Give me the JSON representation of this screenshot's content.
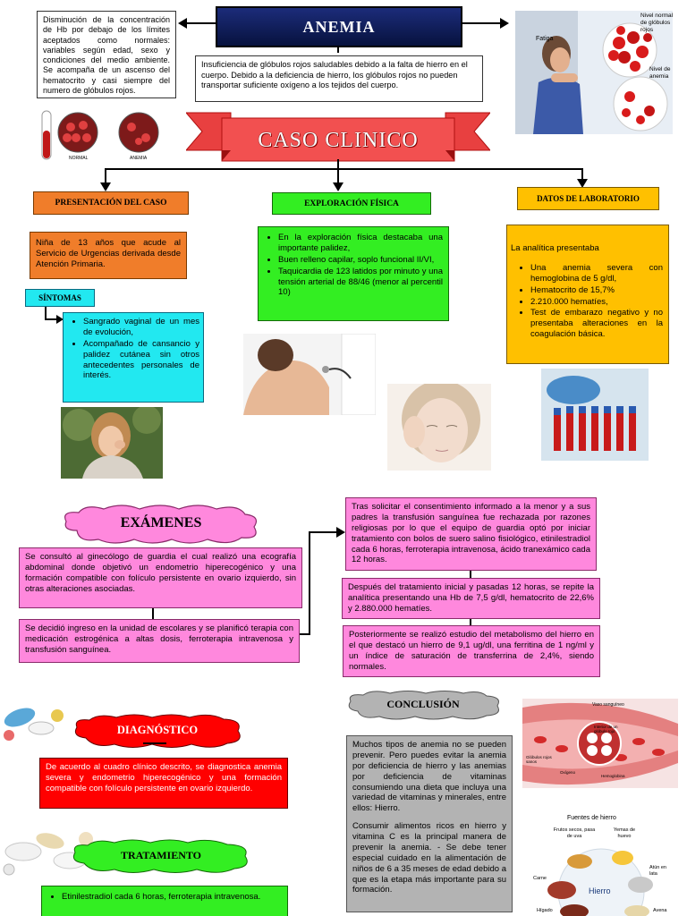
{
  "title": "ANEMIA",
  "definition": "Disminución de la concentración de Hb por debajo de los límites aceptados como normales: variables según edad, sexo y condiciones del medio ambiente. Se acompaña de un ascenso del hematocrito y casi siempre del numero de glóbulos rojos.",
  "description": "Insuficiencia de glóbulos rojos saludables debido a la falta de hierro en el cuerpo. Debido a la deficiencia de hierro, los glóbulos rojos no pueden transportar suficiente oxígeno a los tejidos del cuerpo.",
  "top_image": {
    "fatigue_label": "Fatiga",
    "normal_label": "Nivel normal de glóbulos rojos",
    "anemia_label": "Nivel de anemia"
  },
  "tubes_image": {
    "normal": "NORMAL",
    "anemia": "ANEMIA"
  },
  "banner": "CASO CLINICO",
  "presentation": {
    "title": "PRESENTACIÓN DEL CASO",
    "text": "Niña de 13 años que acude al Servicio de Urgencias derivada desde Atención Primaria."
  },
  "symptoms": {
    "title": "SÍNTOMAS",
    "items": [
      "Sangrado vaginal de un mes de evolución,",
      "Acompañado de cansancio y palidez cutánea sin otros antecedentes personales de interés."
    ]
  },
  "exploration": {
    "title": "EXPLORACIÓN FÍSICA",
    "items": [
      "En la exploración física destacaba una importante palidez,",
      "Buen relleno capilar, soplo funcional II/VI,",
      "Taquicardia de 123 latidos por minuto y una tensión arterial de 88/46 (menor al percentil 10)"
    ]
  },
  "lab": {
    "title": "DATOS DE LABORATORIO",
    "intro": "La analítica presentaba",
    "items": [
      "Una anemia severa con hemoglobina de 5 g/dl,",
      "Hematocrito de 15,7%",
      "2.210.000 hematíes,",
      "Test de embarazo negativo y no presentaba alteraciones en la coagulación básica."
    ]
  },
  "exams": {
    "title": "EXÁMENES",
    "text1": "Se consultó al ginecólogo de guardia el cual realizó una ecografía abdominal donde objetivó un endometrio hiperecogénico y una formación compatible con folículo persistente en ovario izquierdo, sin otras alteraciones asociadas.",
    "text2": "Se decidió ingreso en la unidad de escolares y se planificó terapia con medicación estrogénica a altas dosis, ferroterapia intravenosa y transfusión sanguínea."
  },
  "right_flow": {
    "text1": "Tras solicitar el consentimiento informado a la menor y a sus padres la transfusión sanguínea fue rechazada por razones religiosas por lo que el equipo de guardia optó por iniciar tratamiento con bolos de suero salino fisiológico, etinilestradiol cada 6 horas, ferroterapia intravenosa, ácido tranexámico cada 12 horas.",
    "text2": "Después del tratamiento inicial y pasadas 12 horas, se repite la analítica presentando una Hb de 7,5 g/dl, hematocrito de 22,6% y 2.880.000 hematíes.",
    "text3": "Posteriormente se realizó estudio del metabolismo del hierro en el que destacó un hierro de 9,1 ug/dl, una ferritina de 1 ng/ml y un índice de saturación de transferrina de 2,4%, siendo normales."
  },
  "diagnosis": {
    "title": "DIAGNÓSTICO",
    "text": "De acuerdo al cuadro clínico descrito, se diagnostica anemia severa y endometrio hiperecogénico y una formación compatible con folículo persistente en ovario izquierdo."
  },
  "conclusion": {
    "title": "CONCLUSIÓN",
    "p1": "Muchos tipos de anemia no se pueden prevenir. Pero puedes evitar la anemia por deficiencia de hierro y las anemias por deficiencia de vitaminas consumiendo una dieta que incluya una variedad de vitaminas y minerales, entre ellos: Hierro.",
    "p2": "Consumir alimentos ricos en hierro y vitamina C es la principal manera de prevenir la anemia. - Se debe tener especial cuidado en la alimentación de niños de 6 a 35 meses de edad debido a que es la etapa más importante para su formación."
  },
  "vessel_image": {
    "vaso": "Vaso sanguíneo",
    "interior": "Interior de un glóbulo rojo",
    "globulos": "Glóbulos rojos sanos",
    "oxigeno": "Oxígeno",
    "hemoglobina": "Hemoglobina"
  },
  "iron_image": {
    "title": "Fuentes de hierro",
    "nuts": "Frutos secos, pasa de uva",
    "yolk": "Yemas de huevo",
    "tuna": "Atún en lata",
    "meat": "Carne",
    "center": "Hierro",
    "liver": "Hígado",
    "oats": "Avena"
  },
  "treatment": {
    "title": "TRATAMIENTO",
    "items": [
      "Etinilestradiol cada 6 horas, ferroterapia intravenosa."
    ]
  },
  "colors": {
    "orange": "#f07d2a",
    "green": "#33ee22",
    "yellow": "#ffc000",
    "pink": "#ff88dd",
    "cyan": "#22e8f0",
    "red": "#ff0000",
    "gray": "#b3b3b3",
    "navy": "#0a1a5a"
  }
}
